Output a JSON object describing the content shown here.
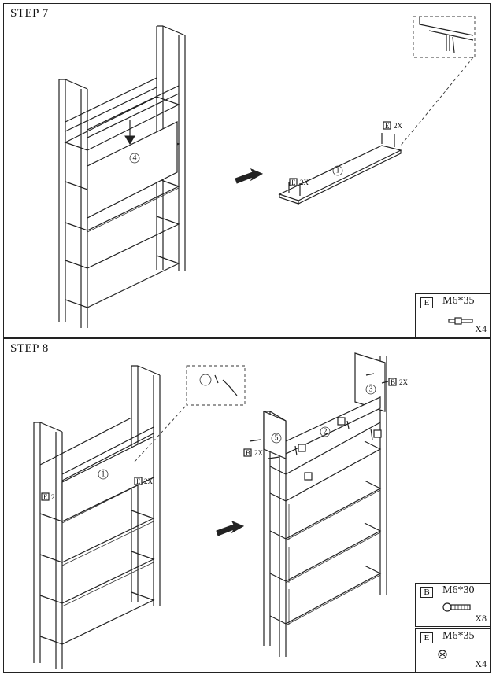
{
  "steps": [
    {
      "title": "STEP 7",
      "labels": {
        "panel_callout": "4",
        "shelf_callout": "1",
        "bolt_letter": "E",
        "bolt_qty": "2X"
      },
      "parts": [
        {
          "code": "E",
          "size": "M6*35",
          "qty": "X4",
          "icon": "bolt-icon"
        }
      ]
    },
    {
      "title": "STEP 8",
      "labels": {
        "shelf_callout": "1",
        "bolt_e_letter": "E",
        "bolt_e_qty": "2X",
        "left_e_letter": "E",
        "left_e_qty": "2",
        "right_side_callout": "3",
        "right_b_letter": "B",
        "right_b_qty": "2X",
        "top_shelf_callout": "2",
        "left_side_callout": "5",
        "left_b_letter": "B",
        "left_b_qty": "2X"
      },
      "parts": [
        {
          "code": "B",
          "size": "M6*30",
          "qty": "X8",
          "icon": "screw-icon"
        },
        {
          "code": "E",
          "size": "M6*35",
          "qty": "X4",
          "icon": "cam-lock-icon"
        }
      ]
    }
  ]
}
